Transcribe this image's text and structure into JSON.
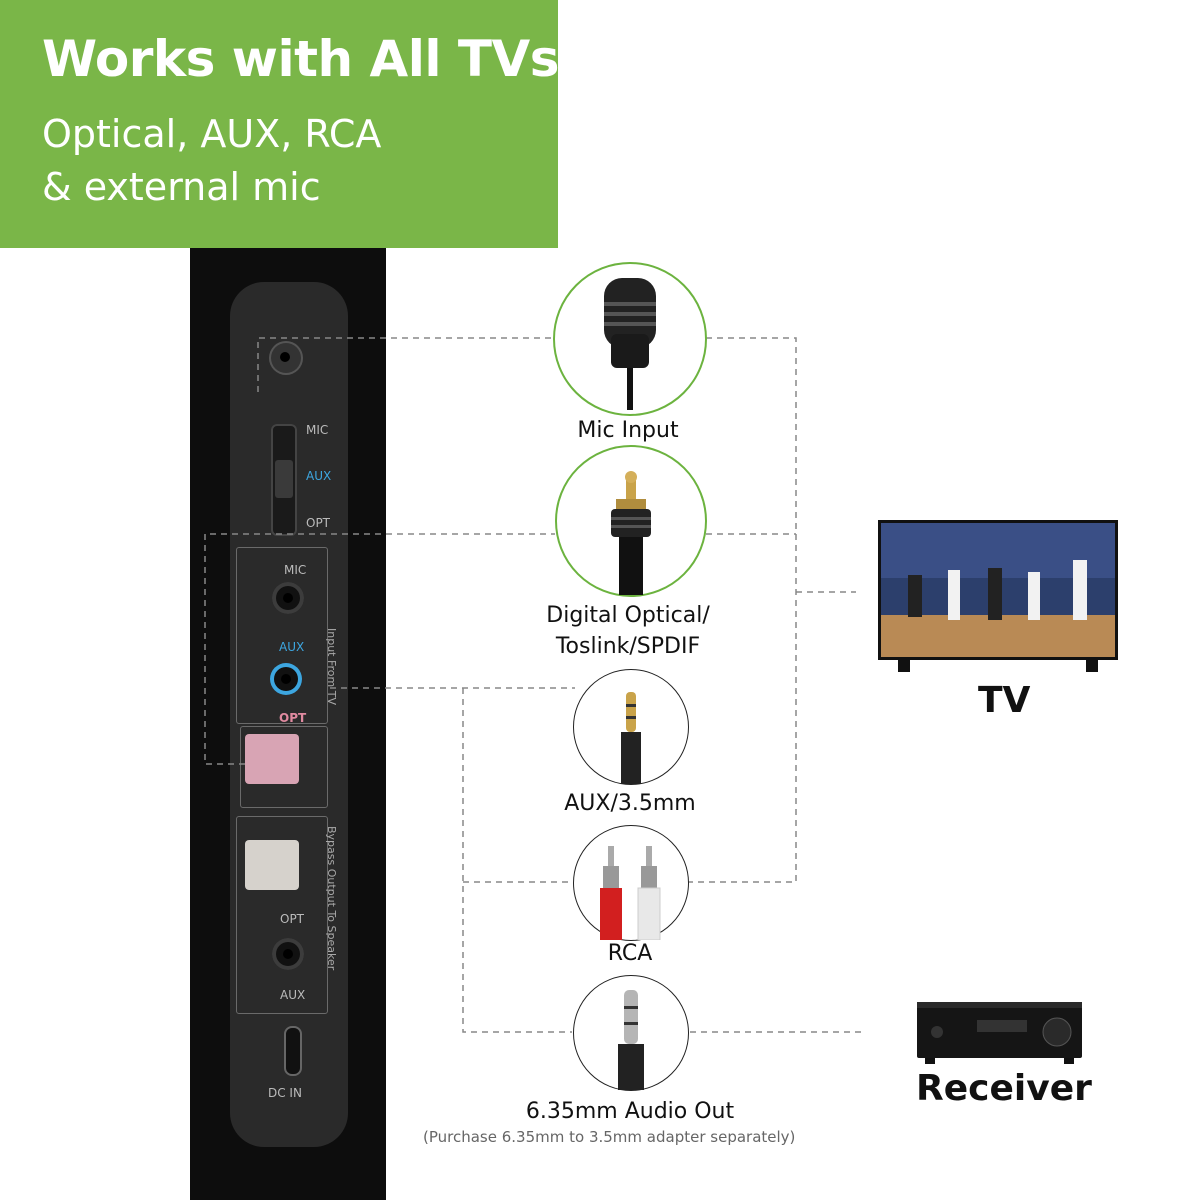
{
  "banner": {
    "title": "Works with All TVs",
    "line1": "Optical, AUX, RCA",
    "line2": "& external mic",
    "color": "#7ab648"
  },
  "device": {
    "switch": {
      "mic": "MIC",
      "aux": "AUX",
      "opt": "OPT"
    },
    "input_section": {
      "mic": "MIC",
      "aux": "AUX",
      "opt": "OPT",
      "side_label": "Input From TV"
    },
    "output_section": {
      "opt": "OPT",
      "aux": "AUX",
      "side_label": "Bypass Output To Speaker"
    },
    "power": "DC IN"
  },
  "connectors": [
    {
      "label": "Mic Input",
      "icon": "microphone-icon"
    },
    {
      "label_line1": "Digital Optical/",
      "label_line2": "Toslink/SPDIF",
      "icon": "optical-cable-icon"
    },
    {
      "label": "AUX/3.5mm",
      "icon": "aux-plug-icon"
    },
    {
      "label": "RCA",
      "icon": "rca-plug-icon"
    },
    {
      "label": "6.35mm Audio Out",
      "icon": "trs-plug-icon"
    }
  ],
  "adapter_note": "(Purchase 6.35mm to 3.5mm adapter separately)",
  "targets": {
    "tv": "TV",
    "receiver": "Receiver"
  },
  "colors": {
    "accent": "#6cb33f",
    "aux_blue": "#3da6e0",
    "opt_pink": "#e08aa0"
  }
}
